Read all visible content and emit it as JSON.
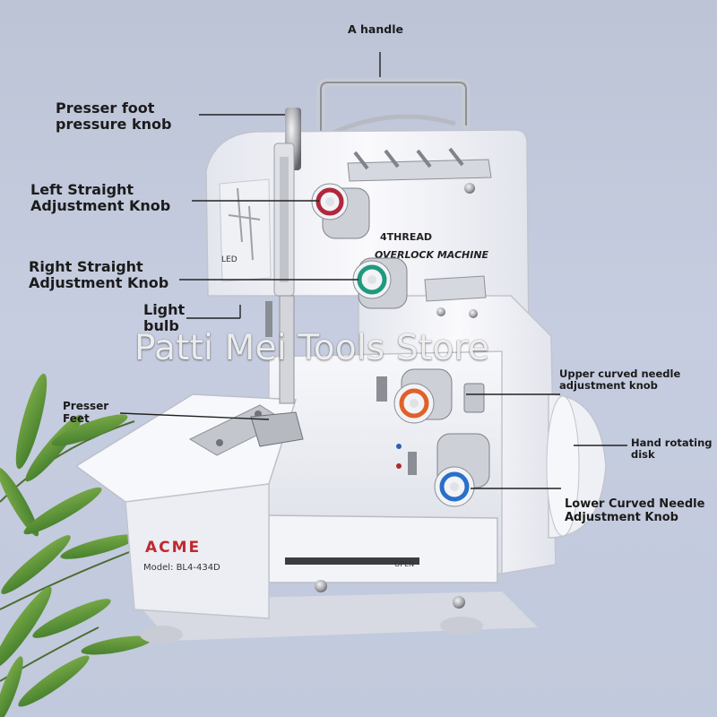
{
  "labels": {
    "handle": "A handle",
    "presser_knob_1": "Presser foot",
    "presser_knob_2": "pressure knob",
    "left_knob_1": "Left Straight",
    "left_knob_2": "Adjustment Knob",
    "right_knob_1": "Right Straight",
    "right_knob_2": "Adjustment Knob",
    "light_1": "Light",
    "light_2": "bulb",
    "upper_curved_1": "Upper curved needle",
    "upper_curved_2": "adjustment knob",
    "presser_feet_1": "Presser",
    "presser_feet_2": "Feet",
    "hand_disk_1": "Hand rotating",
    "hand_disk_2": "disk",
    "lower_curved_1": "Lower Curved Needle",
    "lower_curved_2": "Adjustment Knob"
  },
  "machine": {
    "panel_text_1": "4THREAD",
    "panel_text_2": "OVERLOCK MACHINE",
    "led": "LED",
    "brand": "ACME",
    "model": "Model: BL4-434D",
    "open": "OPEN"
  },
  "watermark": "Patti Mei Tools Store",
  "colors": {
    "left_knob": "#b0283c",
    "right_knob": "#1e9a7e",
    "upper_curved_knob": "#e0612a",
    "lower_curved_knob": "#2a6fc9"
  }
}
